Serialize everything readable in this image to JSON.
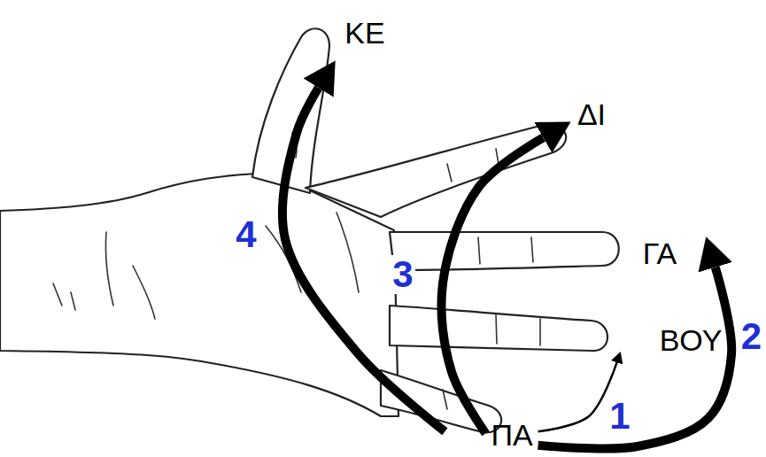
{
  "diagram": {
    "nodes": [
      {
        "text": [
          "ΚΕ"
        ]
      },
      {
        "text": [
          "ΔΙ"
        ]
      },
      {
        "text": [
          "ΓΑ"
        ]
      },
      {
        "text": [
          "ΒΟΥ"
        ]
      },
      {
        "text": [
          "ΠΑ"
        ]
      }
    ],
    "edges": [
      {
        "from": 4,
        "to": 3,
        "arrow": "to",
        "label": "1"
      },
      {
        "from": 4,
        "to": 2,
        "arrow": "to",
        "label": "2"
      },
      {
        "from": 4,
        "to": 1,
        "arrow": "to",
        "label": "3"
      },
      {
        "from": 4,
        "to": 0,
        "arrow": "to",
        "label": "4"
      }
    ]
  }
}
